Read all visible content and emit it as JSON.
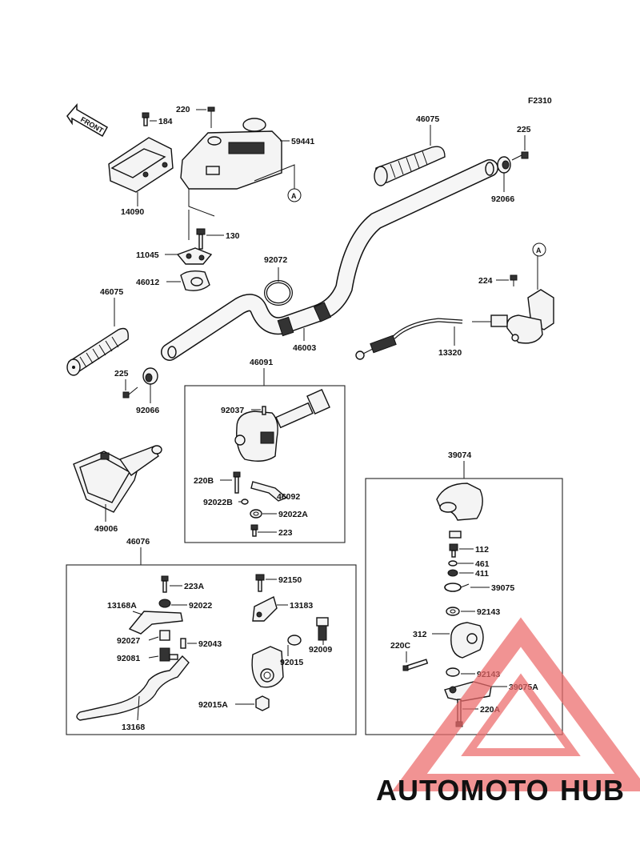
{
  "figure_code": "F2310",
  "front_label": "FRONT",
  "ref_marker": "A",
  "watermark": {
    "left": "AUTOMOTO",
    "right": "HUB",
    "left_color": "#f4a38c",
    "right_color": "#a8a8a8",
    "triangle_color": "#ec6a6a"
  },
  "callouts": {
    "c220_top": "220",
    "c184": "184",
    "c59441": "59441",
    "c14090": "14090",
    "c130": "130",
    "c11045": "11045",
    "c46012": "46012",
    "c92072": "92072",
    "c46075_left": "46075",
    "c225_left": "225",
    "c92066_left": "92066",
    "c46003": "46003",
    "c46075_right": "46075",
    "c225_right": "225",
    "c92066_right": "92066",
    "c224": "224",
    "c13320": "13320",
    "c46091": "46091",
    "c92037": "92037",
    "c220B": "220B",
    "c46092": "46092",
    "c92022B": "92022B",
    "c92022A": "92022A",
    "c223": "223",
    "c49006": "49006",
    "c46076": "46076",
    "c223A": "223A",
    "c92150": "92150",
    "c13168A": "13168A",
    "c92022": "92022",
    "c13183": "13183",
    "c92027": "92027",
    "c92043": "92043",
    "c92009": "92009",
    "c92081": "92081",
    "c92015": "92015",
    "c92015A": "92015A",
    "c13168": "13168",
    "c39074": "39074",
    "c112": "112",
    "c461": "461",
    "c411": "411",
    "c39075": "39075",
    "c92143_top": "92143",
    "c312": "312",
    "c220C": "220C",
    "c92143_bottom": "92143",
    "c39075A": "39075A",
    "c220A": "220A"
  }
}
